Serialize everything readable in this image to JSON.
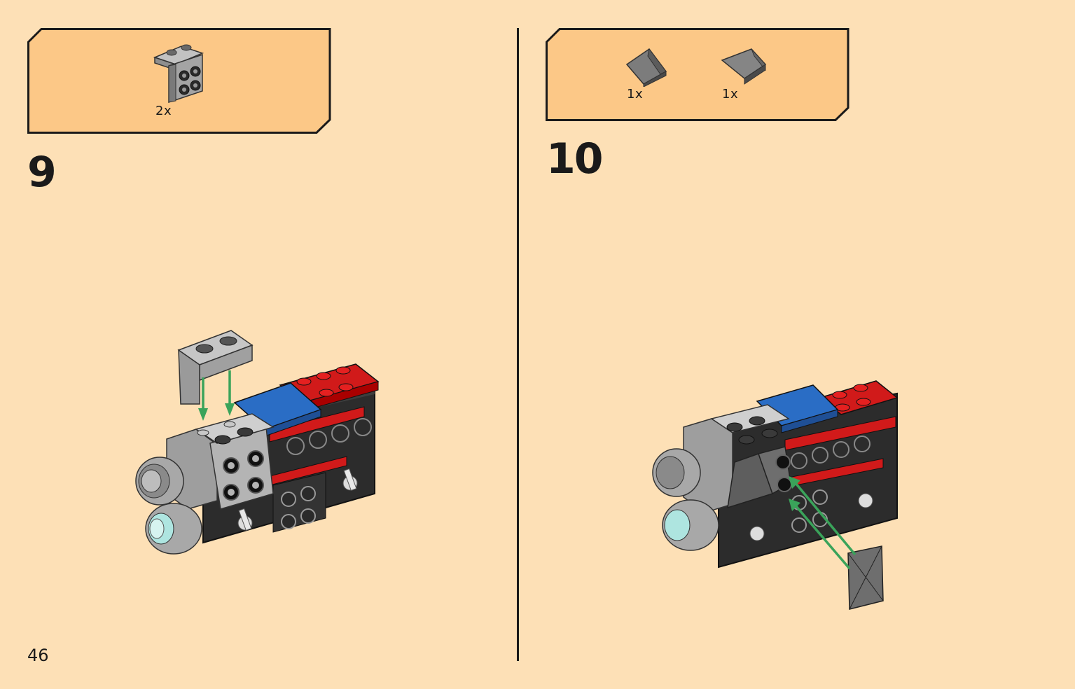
{
  "page_number": "46",
  "steps": [
    {
      "number": "9",
      "parts": [
        {
          "name": "bracket-1x2-2x2",
          "color": "#a0a0a0",
          "quantity": "2x"
        }
      ]
    },
    {
      "number": "10",
      "parts": [
        {
          "name": "slope-left",
          "color": "#6e6e6e",
          "quantity": "1x"
        },
        {
          "name": "slope-right",
          "color": "#6e6e6e",
          "quantity": "1x"
        }
      ]
    }
  ],
  "colors": {
    "background": "#fde0b6",
    "parts_box": "#fcc887",
    "arrow": "#3aa35a",
    "brick_black": "#2c2c2c",
    "brick_red": "#d11a1a",
    "brick_blue": "#2a6dc5",
    "brick_gray": "#a8a8a8",
    "brick_dark_gray": "#6e6e6e",
    "trans_clear": "#aee5e0"
  }
}
